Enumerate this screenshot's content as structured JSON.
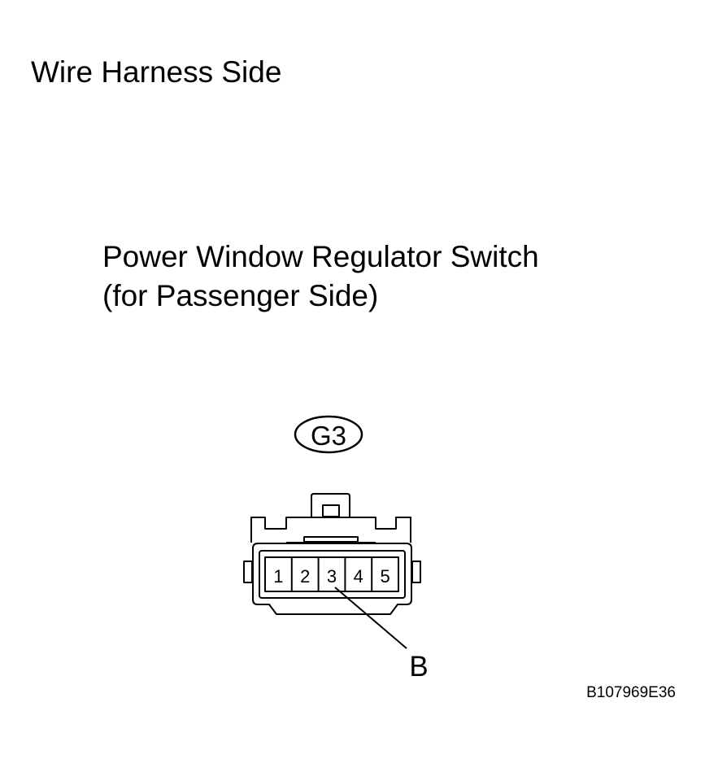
{
  "heading": "Wire Harness Side",
  "component": {
    "line1": "Power Window Regulator Switch",
    "line2": "(for Passenger Side)"
  },
  "connector": {
    "code": "G3",
    "pins": [
      "1",
      "2",
      "3",
      "4",
      "5"
    ],
    "callout": {
      "pin": "3",
      "label": "B"
    }
  },
  "figure_code": "B107969E36",
  "colors": {
    "line": "#000000",
    "background": "#ffffff"
  }
}
